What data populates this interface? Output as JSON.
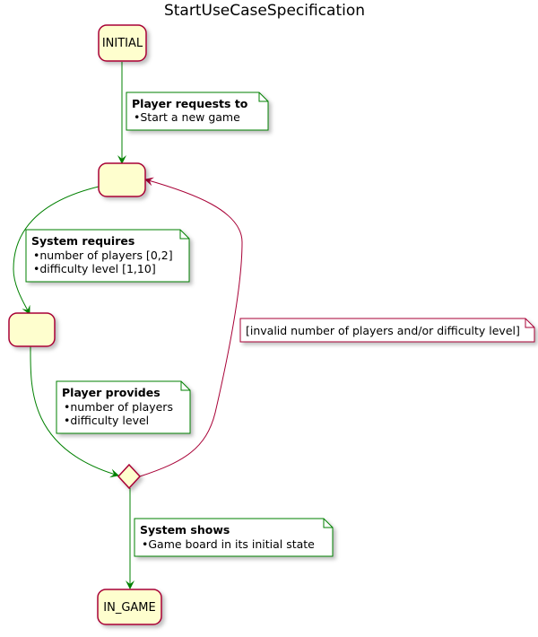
{
  "title": "StartUseCaseSpecification",
  "colors": {
    "state_fill": "#FEFECE",
    "state_border": "#A80036",
    "flow_arrow": "#008000",
    "return_arrow": "#A80036",
    "note_border_green": "#008000",
    "note_border_dark": "#A80036"
  },
  "states": {
    "initial": "INITIAL",
    "in_game": "IN_GAME"
  },
  "notes": {
    "player_requests": {
      "heading": "Player requests to",
      "items": [
        "Start a new game"
      ]
    },
    "system_requires": {
      "heading": "System requires",
      "items": [
        "number of players [0,2]",
        "difficulty level [1,10]"
      ]
    },
    "player_provides": {
      "heading": "Player provides",
      "items": [
        "number of players",
        "difficulty level"
      ]
    },
    "system_shows": {
      "heading": "System shows",
      "items": [
        "Game board in its initial state"
      ]
    },
    "invalid_condition": "[invalid number of players and/or difficulty level]"
  }
}
